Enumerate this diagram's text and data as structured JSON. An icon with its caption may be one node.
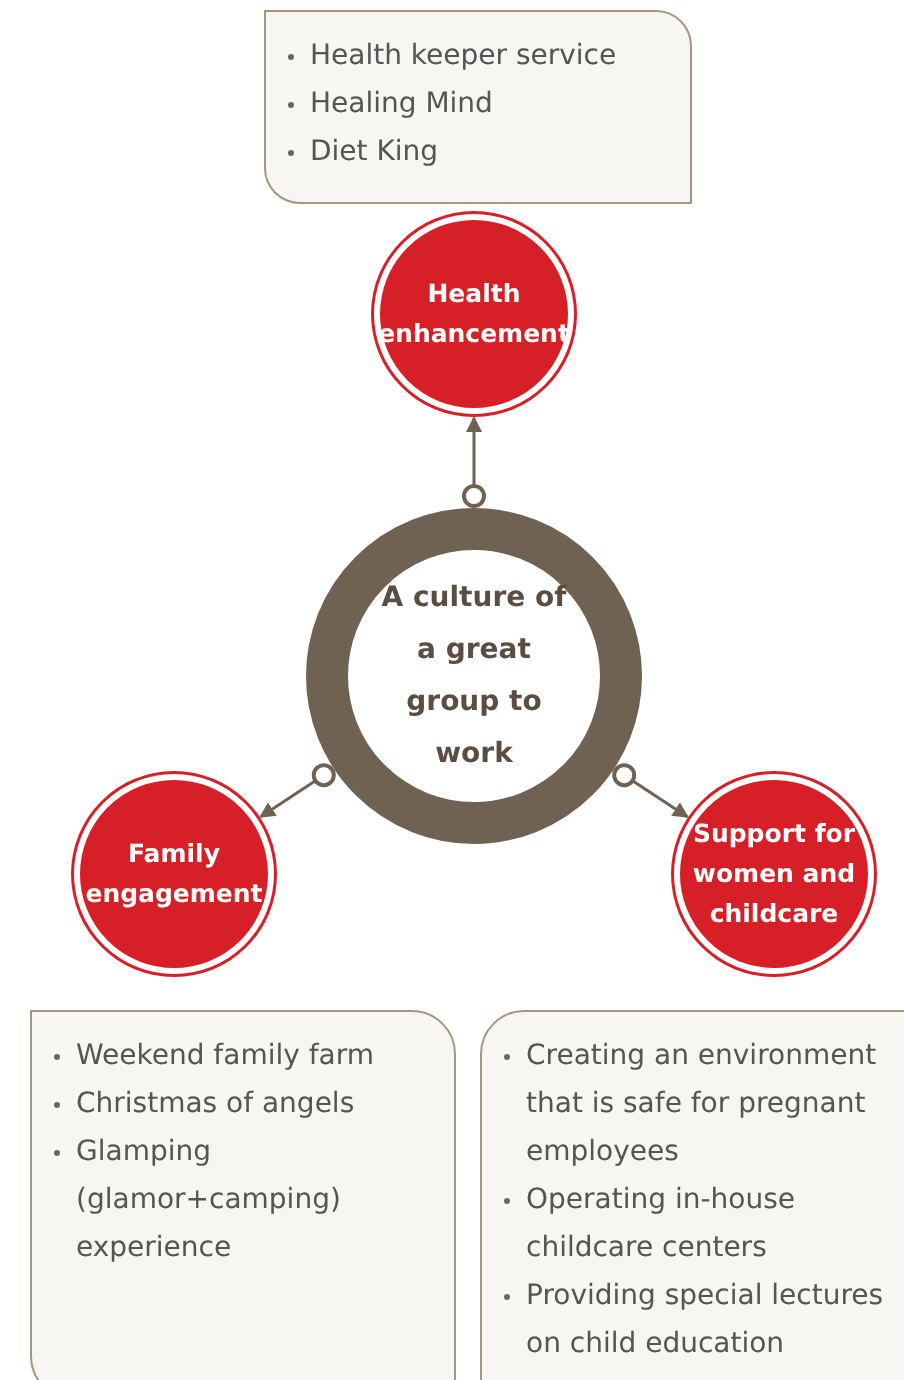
{
  "diagram": {
    "nodes": [
      {
        "text": [
          "Health keeper service",
          "Healing Mind",
          "Diet King"
        ]
      },
      {
        "text": [
          "Health enhancement"
        ]
      },
      {
        "text": [
          "A culture of a great group to work"
        ]
      },
      {
        "text": [
          "Family engagement"
        ]
      },
      {
        "text": [
          "Support for women and childcare"
        ]
      },
      {
        "text": [
          "Weekend family farm",
          "Christmas of angels",
          "Glamping (glamor+camping) experience"
        ]
      },
      {
        "text": [
          "Creating an environment that is safe for pregnant employees",
          "Operating in-house childcare centers",
          "Providing special lectures on child education"
        ]
      }
    ],
    "edges": [
      {
        "from": 2,
        "to": 1,
        "arrow": "to"
      },
      {
        "from": 2,
        "to": 3,
        "arrow": "to"
      },
      {
        "from": 2,
        "to": 4,
        "arrow": "to"
      }
    ]
  }
}
